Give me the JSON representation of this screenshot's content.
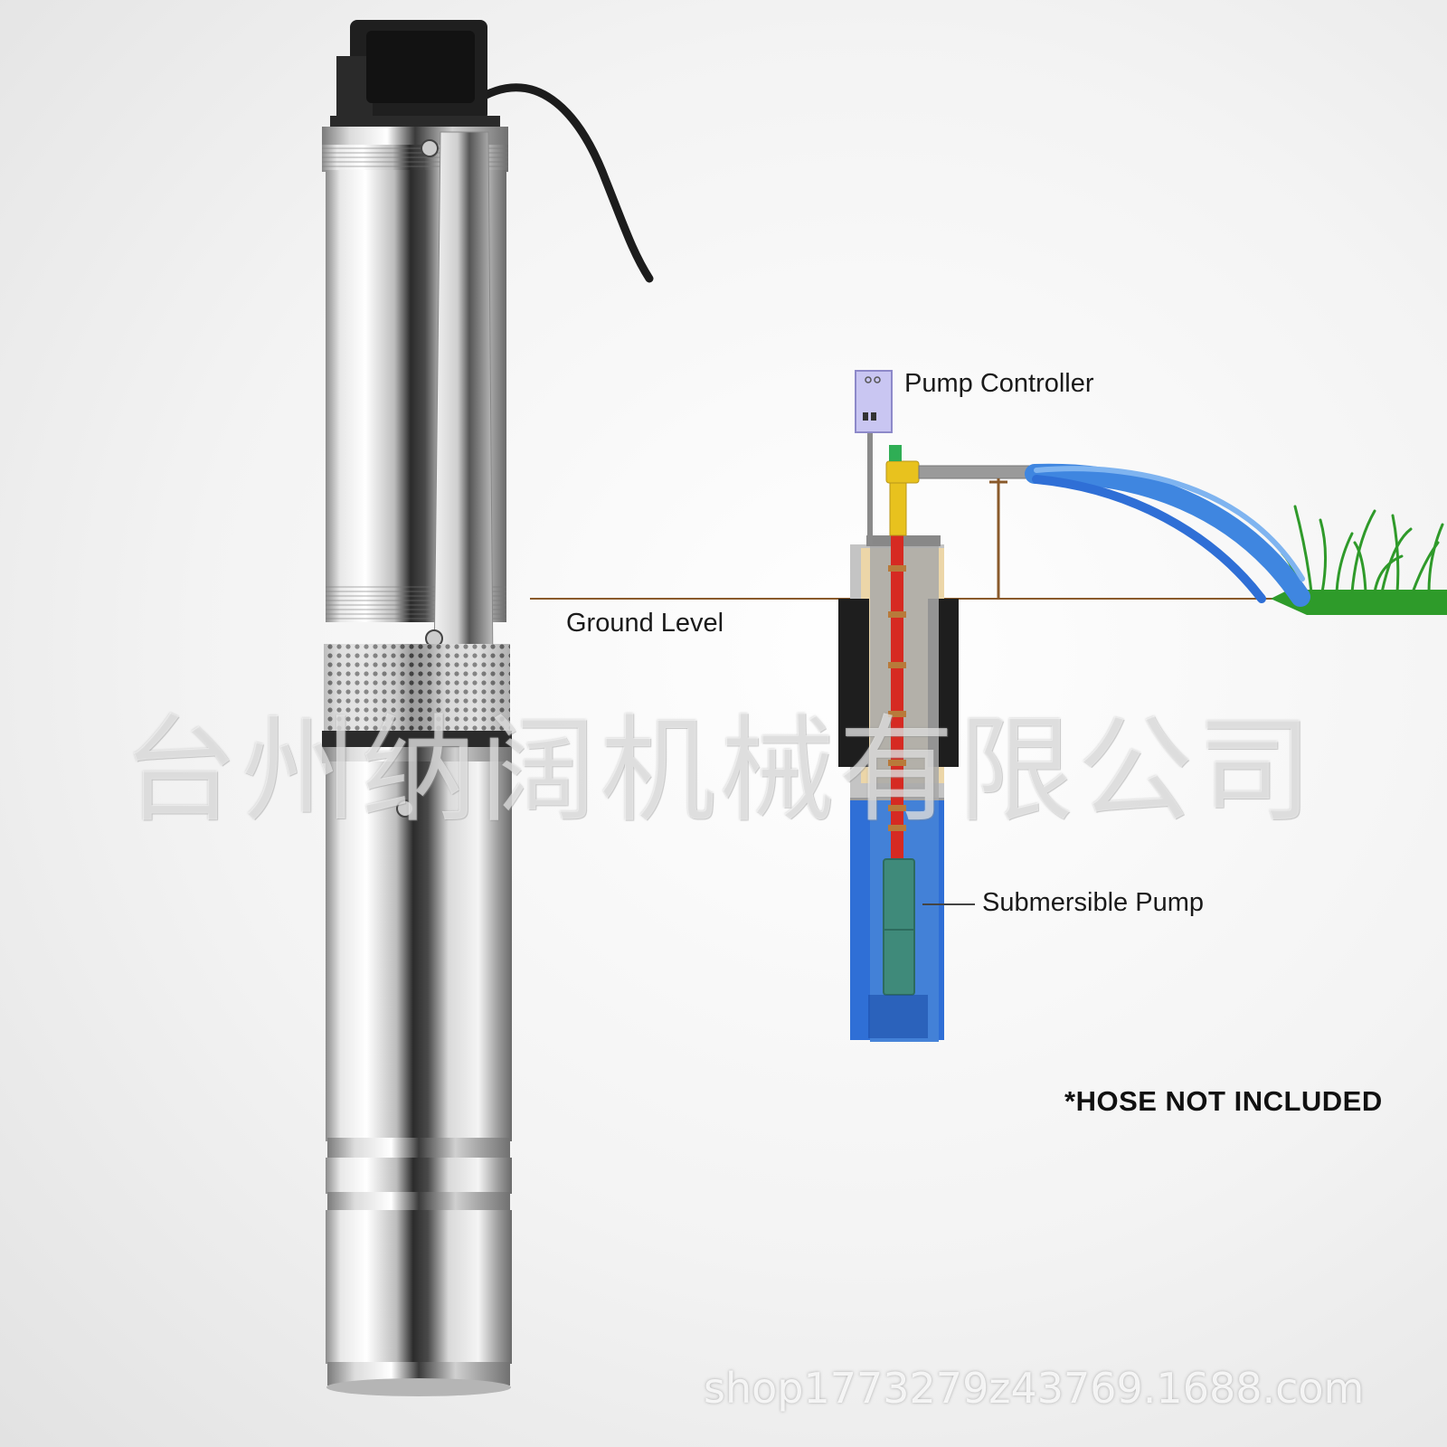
{
  "diagram": {
    "labels": {
      "pump_controller": "Pump Controller",
      "ground_level": "Ground Level",
      "submersible_pump": "Submersible Pump"
    },
    "note": "*HOSE NOT INCLUDED",
    "colors": {
      "water": "#2f6fd6",
      "water_spray": "#3f86e0",
      "drop_pipe": "#d62a22",
      "fitting": "#e8c21e",
      "ground_line": "#8a5a2b",
      "grass": "#2e9b2a",
      "well_casing": "#1e1e1e",
      "pump_body": "#3f8a7a",
      "controller": "#c9c6f2"
    },
    "icons": [
      "pump-controller-icon",
      "submersible-pump-icon",
      "water-spray-icon",
      "grass-icon"
    ]
  },
  "product": {
    "name_icon": "stainless-steel-submersible-pump"
  },
  "watermark": {
    "text": "台州纳阔机械有限公司"
  },
  "footer": {
    "shop_url": "shop1773279z43769.1688.com"
  }
}
